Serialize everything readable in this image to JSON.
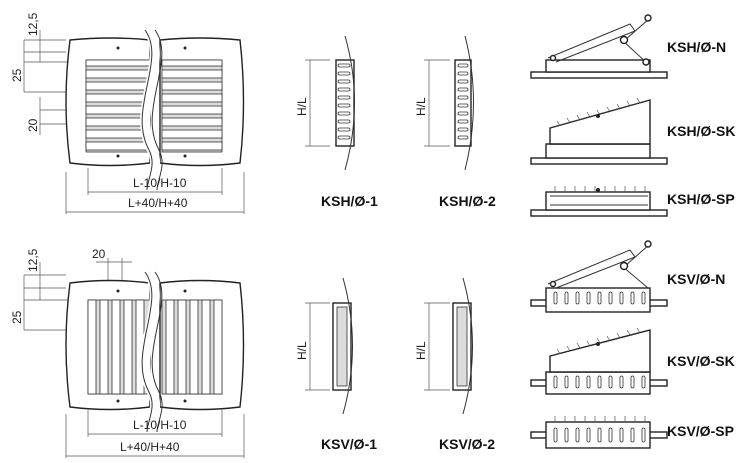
{
  "dimensions": {
    "top": {
      "gap_small": "12,5",
      "frame_edge": "25",
      "slat_spacing": "20",
      "inner_width": "L-10/H-10",
      "outer_width": "L+40/H+40",
      "height": "H/L"
    },
    "bottom": {
      "gap_small": "12,5",
      "frame_edge": "25",
      "slat_spacing": "20",
      "inner_width": "L-10/H-10",
      "outer_width": "L+40/H+40",
      "height": "H/L"
    }
  },
  "models": {
    "ksh_1": "KSH/Ø-1",
    "ksh_2": "KSH/Ø-2",
    "ksh_n": "KSH/Ø-N",
    "ksh_sk": "KSH/Ø-SK",
    "ksh_sp": "KSH/Ø-SP",
    "ksv_1": "KSV/Ø-1",
    "ksv_2": "KSV/Ø-2",
    "ksv_n": "KSV/Ø-N",
    "ksv_sk": "KSV/Ø-SK",
    "ksv_sp": "KSV/Ø-SP"
  },
  "icons": {
    "grille_front": "horizontal-slat-grille-icon",
    "grille_front_vertical": "vertical-slat-grille-icon",
    "damper_n": "scissor-damper-icon",
    "damper_sk": "sloped-damper-icon",
    "damper_sp": "flat-damper-icon"
  }
}
